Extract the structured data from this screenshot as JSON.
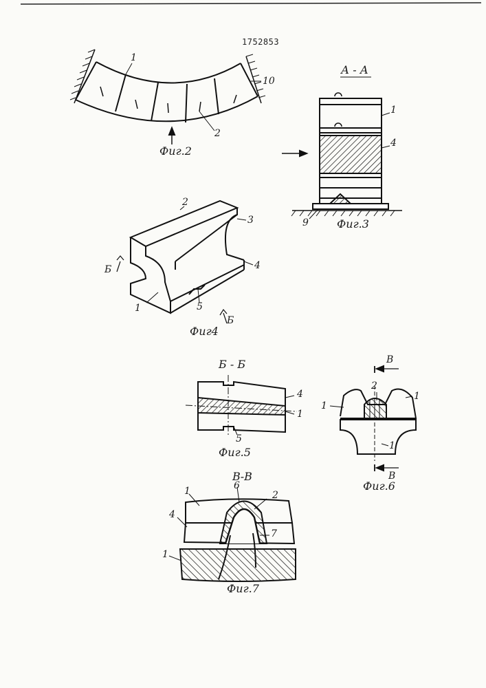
{
  "document": {
    "patent_number": "1752853",
    "figures": [
      {
        "caption": "Фиг.2",
        "labels": [
          "1",
          "2",
          "10"
        ]
      },
      {
        "caption": "Фиг.3",
        "section": "А - А",
        "labels": [
          "1",
          "4",
          "9"
        ]
      },
      {
        "caption": "Фиг4",
        "labels": [
          "2",
          "3",
          "4",
          "5",
          "1",
          "Б",
          "Б"
        ]
      },
      {
        "caption": "Фиг.5",
        "section": "Б - Б",
        "labels": [
          "4",
          "1",
          "5"
        ]
      },
      {
        "caption": "Фиг.6",
        "labels": [
          "В",
          "2",
          "1",
          "1",
          "1",
          "В"
        ]
      },
      {
        "caption": "Фиг.7",
        "section": "В-В",
        "labels": [
          "1",
          "6",
          "2",
          "4",
          "7",
          "1"
        ]
      }
    ]
  }
}
